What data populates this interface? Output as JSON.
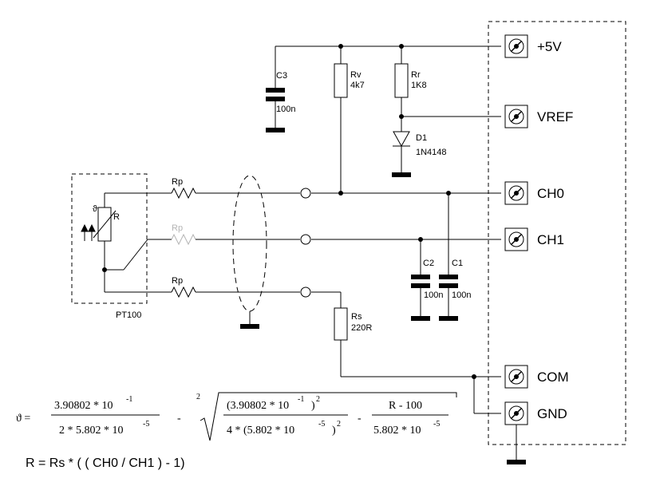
{
  "terminals": {
    "p5v": "+5V",
    "vref": "VREF",
    "ch0": "CH0",
    "ch1": "CH1",
    "com": "COM",
    "gnd": "GND"
  },
  "components": {
    "c3": {
      "name": "C3",
      "value": "100n"
    },
    "rv": {
      "name": "Rv",
      "value": "4k7"
    },
    "rr": {
      "name": "Rr",
      "value": "1K8"
    },
    "d1": {
      "name": "D1",
      "value": "1N4148"
    },
    "rp_top": {
      "name": "Rp"
    },
    "rp_mid": {
      "name": "Rp"
    },
    "rp_bot": {
      "name": "Rp"
    },
    "sensor": {
      "name": "R",
      "symbol": "ϑ"
    },
    "pt100": {
      "name": "PT100"
    },
    "c2": {
      "name": "C2",
      "value": "100n"
    },
    "c1": {
      "name": "C1",
      "value": "100n"
    },
    "rs": {
      "name": "Rs",
      "value": "220R"
    }
  },
  "formula1": {
    "lhs": "ϑ =",
    "num1": "3.90802 * 10",
    "num1_exp": "-1",
    "den1": "2 * 5.802 * 10",
    "den1_exp": "-5",
    "minus": "-",
    "root_index": "2",
    "rnum_a": "(3.90802 * 10",
    "rnum_a_exp": "-1",
    "rnum_b": ")",
    "rnum_b_exp": "2",
    "rden_a": "4 * (5.802 * 10",
    "rden_a_exp": "-5",
    "rden_b": ")",
    "rden_b_exp": "2",
    "minus2": "-",
    "num2": "R - 100",
    "den2": "5.802 * 10",
    "den2_exp": "-5"
  },
  "formula2": "R = Rs * ( ( CH0 / CH1 ) - 1)"
}
